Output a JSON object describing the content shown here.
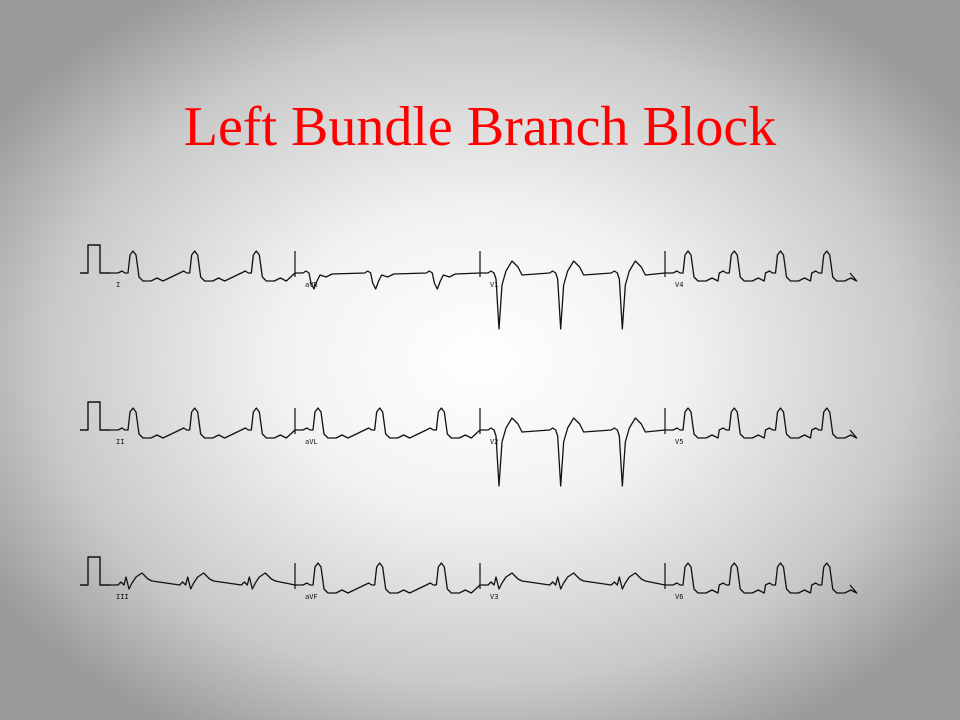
{
  "slide": {
    "title": "Left Bundle Branch Block",
    "title_color": "#ff0000"
  },
  "ecg": {
    "trace_color": "#111111",
    "rows": [
      {
        "leads": [
          "I",
          "aVR",
          "V1",
          "V4"
        ]
      },
      {
        "leads": [
          "II",
          "aVL",
          "V2",
          "V5"
        ]
      },
      {
        "leads": [
          "III",
          "aVF",
          "V3",
          "V6"
        ]
      }
    ]
  }
}
